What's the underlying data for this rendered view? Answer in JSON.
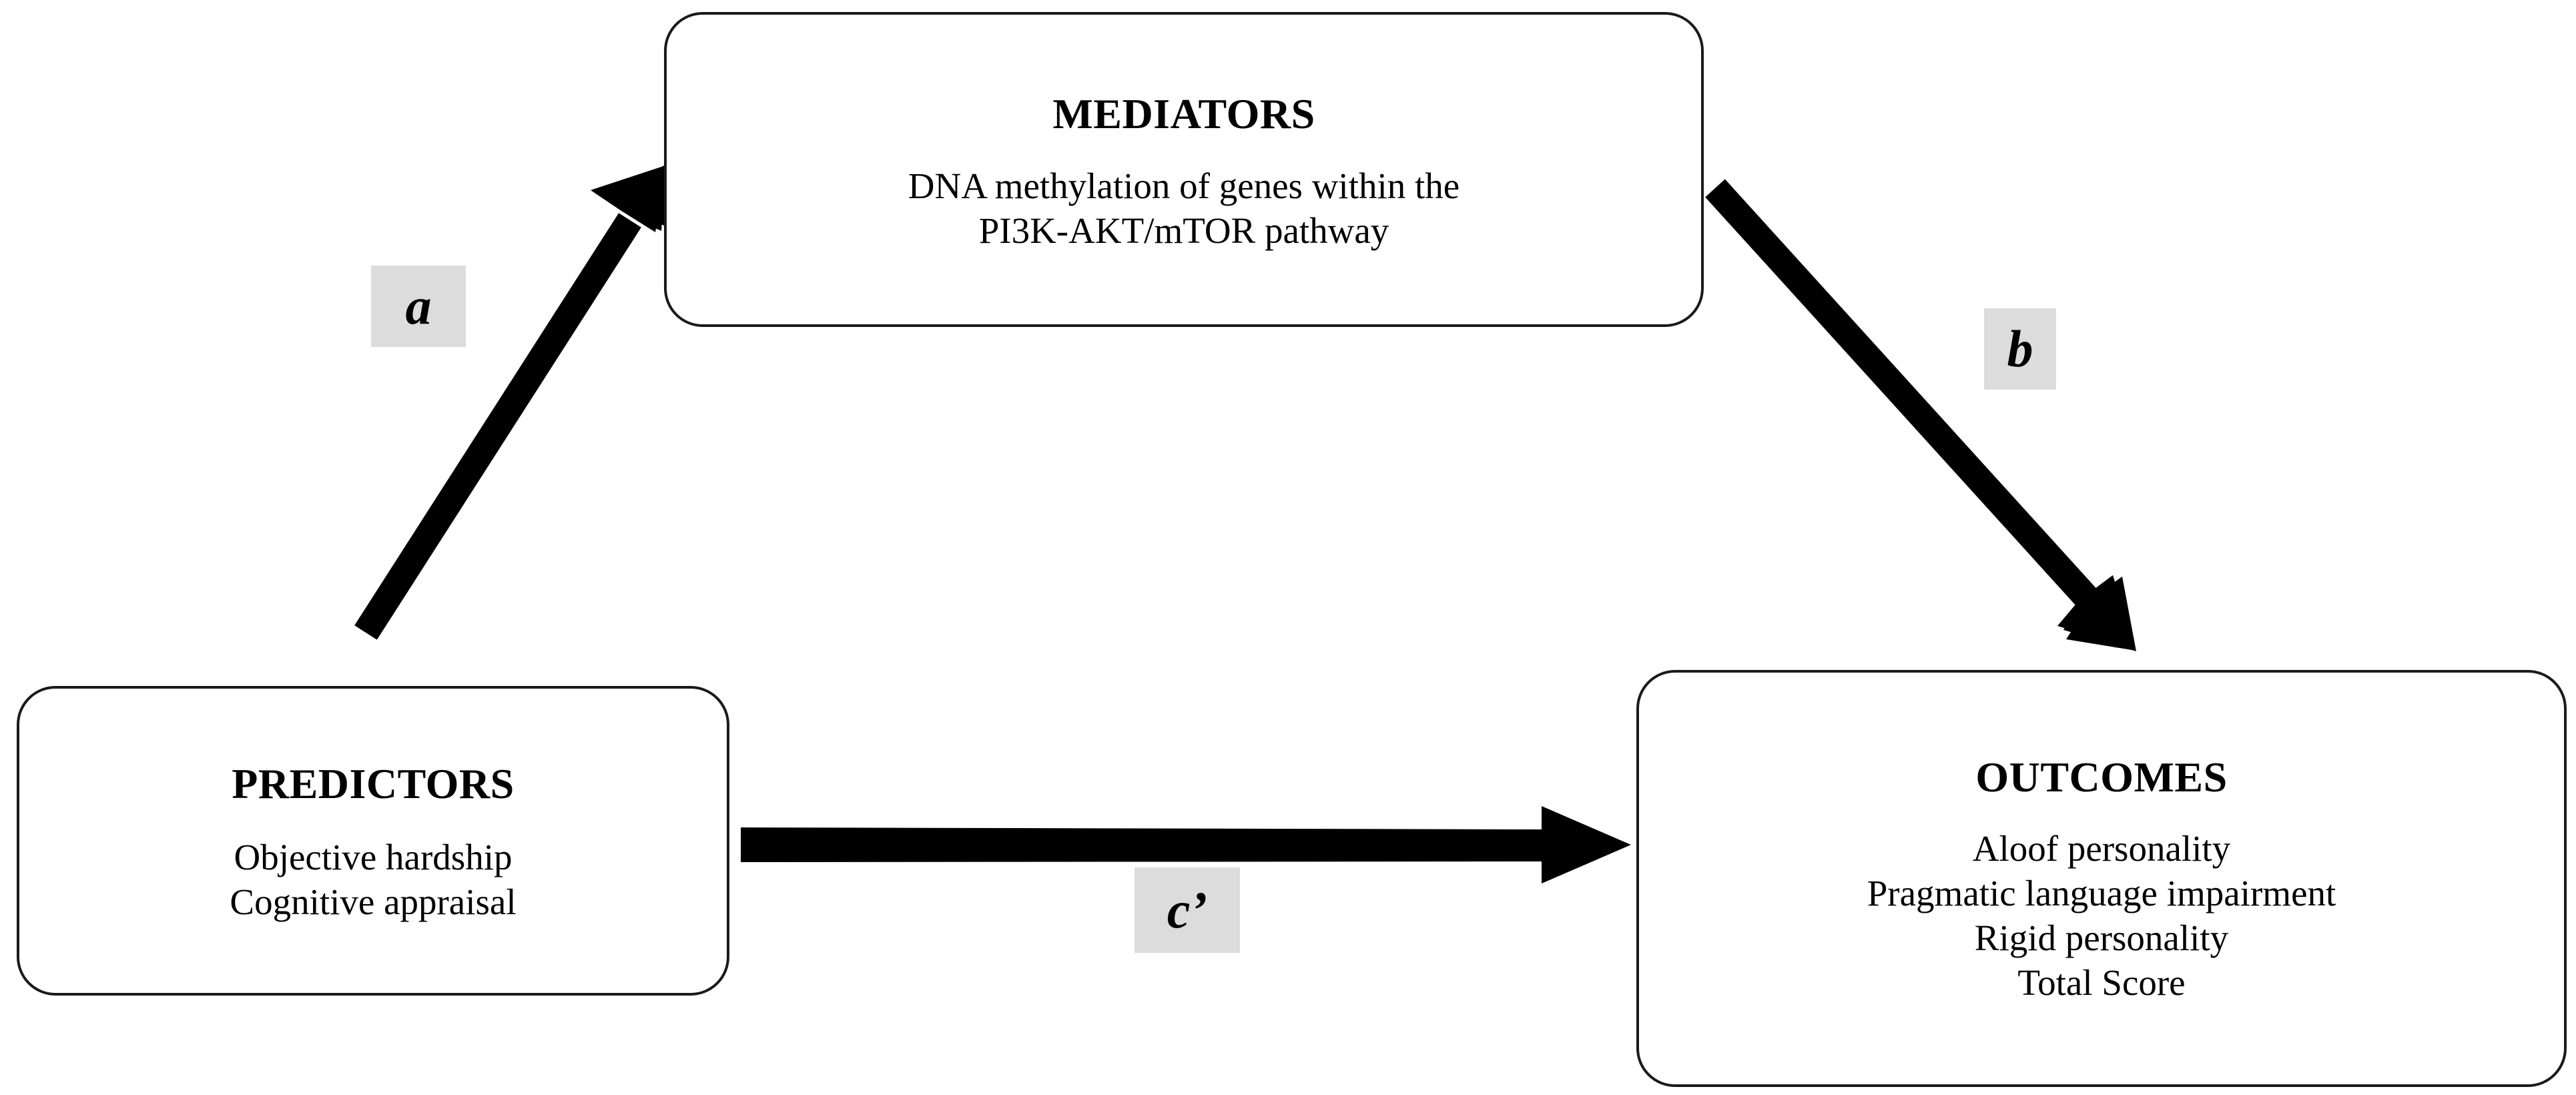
{
  "diagram": {
    "type": "mediation-model",
    "title": "Mediation model diagram",
    "background_color": "#ffffff",
    "box_border_color": "#1a1a1a",
    "arrow_color": "#000000",
    "label_background_color": "#dcdcdc"
  },
  "nodes": {
    "mediators": {
      "title": "MEDIATORS",
      "lines": [
        "DNA methylation of genes within the",
        "PI3K-AKT/mTOR pathway"
      ]
    },
    "predictors": {
      "title": "PREDICTORS",
      "lines": [
        "Objective hardship",
        "Cognitive appraisal"
      ]
    },
    "outcomes": {
      "title": "OUTCOMES",
      "lines": [
        "Aloof personality",
        "Pragmatic language impairment",
        "Rigid personality",
        "Total Score"
      ]
    }
  },
  "paths": {
    "a": {
      "label": "a",
      "from": "predictors",
      "to": "mediators",
      "direction": "diagonal-up-right"
    },
    "b": {
      "label": "b",
      "from": "mediators",
      "to": "outcomes",
      "direction": "diagonal-down-right"
    },
    "c_prime": {
      "label": "c’",
      "from": "predictors",
      "to": "outcomes",
      "direction": "horizontal-right"
    }
  }
}
